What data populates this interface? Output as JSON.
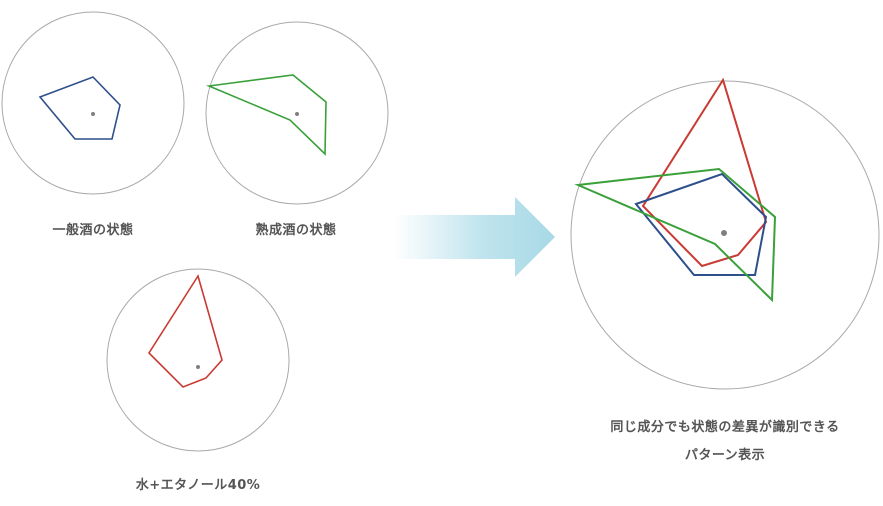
{
  "diagram": {
    "panels": [
      {
        "id": "general",
        "label": "一般酒の状態",
        "color": "#2d4f8c"
      },
      {
        "id": "aged",
        "label": "熟成酒の状態",
        "color": "#3aa03a"
      },
      {
        "id": "water",
        "label": "水+エタノール40%",
        "color": "#c93a32"
      }
    ],
    "result": {
      "line1": "同じ成分でも状態の差異が識別できる",
      "line2": "パターン表示"
    },
    "circle_color": "#a9a9a9",
    "center_color": "#808080",
    "arrow_color": "#a8d9e6"
  }
}
